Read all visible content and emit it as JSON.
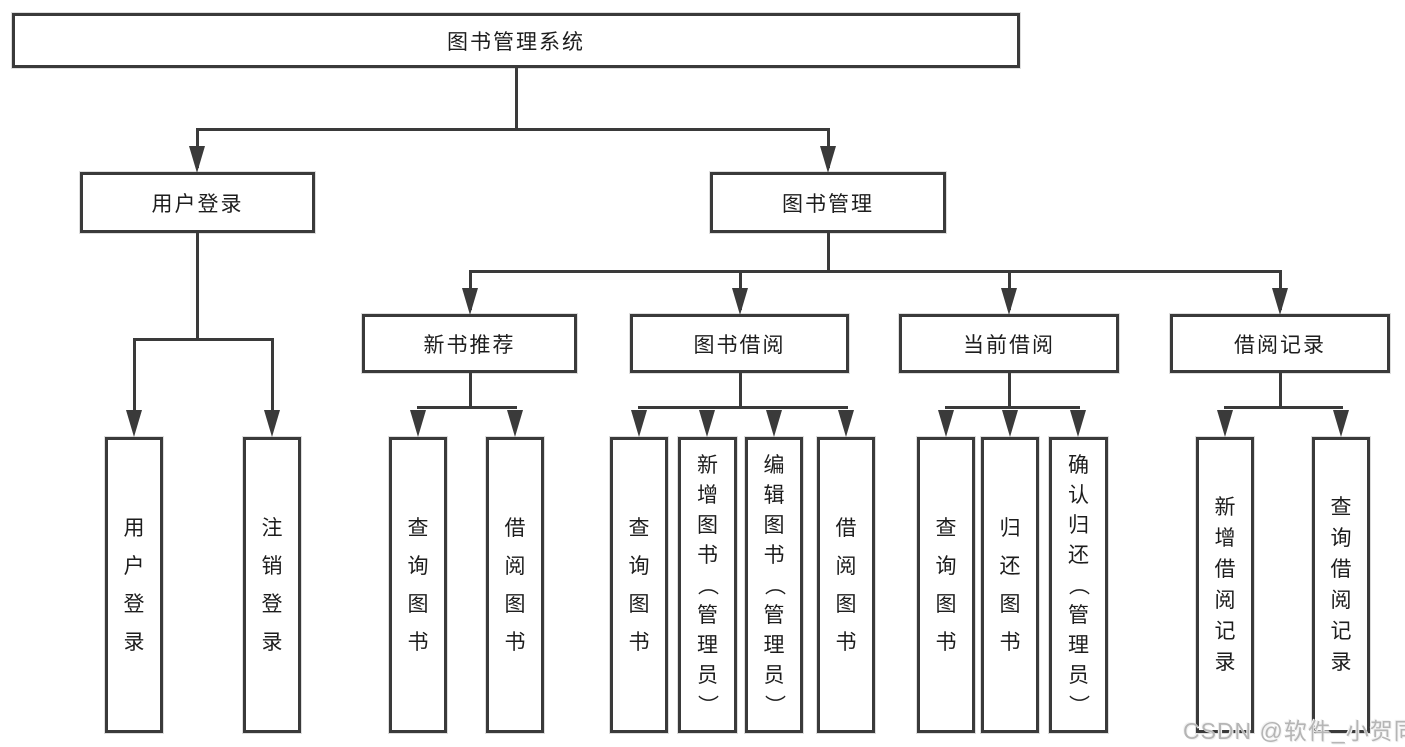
{
  "page": {
    "background": "#ffffff"
  },
  "colors": {
    "line": "#3a3a3a",
    "box_border": "#3a3a3a",
    "text": "#1d1d1d",
    "watermark_text": "#b5b5b5"
  },
  "watermark": {
    "text": "CSDN @软件_小贺同学"
  },
  "tree": {
    "root": {
      "label": "图书管理系统"
    },
    "branches": [
      {
        "label": "用户登录",
        "children": [
          {
            "label": "用户登录"
          },
          {
            "label": "注销登录"
          }
        ]
      },
      {
        "label": "图书管理",
        "children": [
          {
            "label": "新书推荐",
            "children": [
              {
                "label": "查询图书"
              },
              {
                "label": "借阅图书"
              }
            ]
          },
          {
            "label": "图书借阅",
            "children": [
              {
                "label": "查询图书"
              },
              {
                "label": "新增图书（管理员）"
              },
              {
                "label": "编辑图书（管理员）"
              },
              {
                "label": "借阅图书"
              }
            ]
          },
          {
            "label": "当前借阅",
            "children": [
              {
                "label": "查询图书"
              },
              {
                "label": "归还图书"
              },
              {
                "label": "确认归还（管理员）"
              }
            ]
          },
          {
            "label": "借阅记录",
            "children": [
              {
                "label": "新增借阅记录"
              },
              {
                "label": "查询借阅记录"
              }
            ]
          }
        ]
      }
    ]
  }
}
